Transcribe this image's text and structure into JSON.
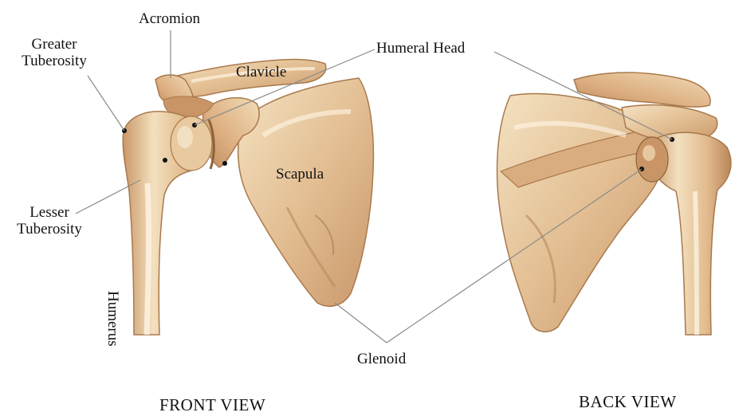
{
  "labels": {
    "acromion": "Acromion",
    "greater_tuberosity": [
      "Greater",
      "Tuberosity"
    ],
    "clavicle": "Clavicle",
    "humeral_head": "Humeral Head",
    "scapula": "Scapula",
    "lesser_tuberosity": [
      "Lesser",
      "Tuberosity"
    ],
    "humerus": "Humerus",
    "glenoid": "Glenoid"
  },
  "views": {
    "front": "FRONT VIEW",
    "back": "BACK VIEW"
  },
  "colors": {
    "bone_light": "#f2dcb7",
    "bone_mid": "#dcb184",
    "bone_dark": "#b98655",
    "leader": "#8a8a8a",
    "text": "#111111"
  }
}
